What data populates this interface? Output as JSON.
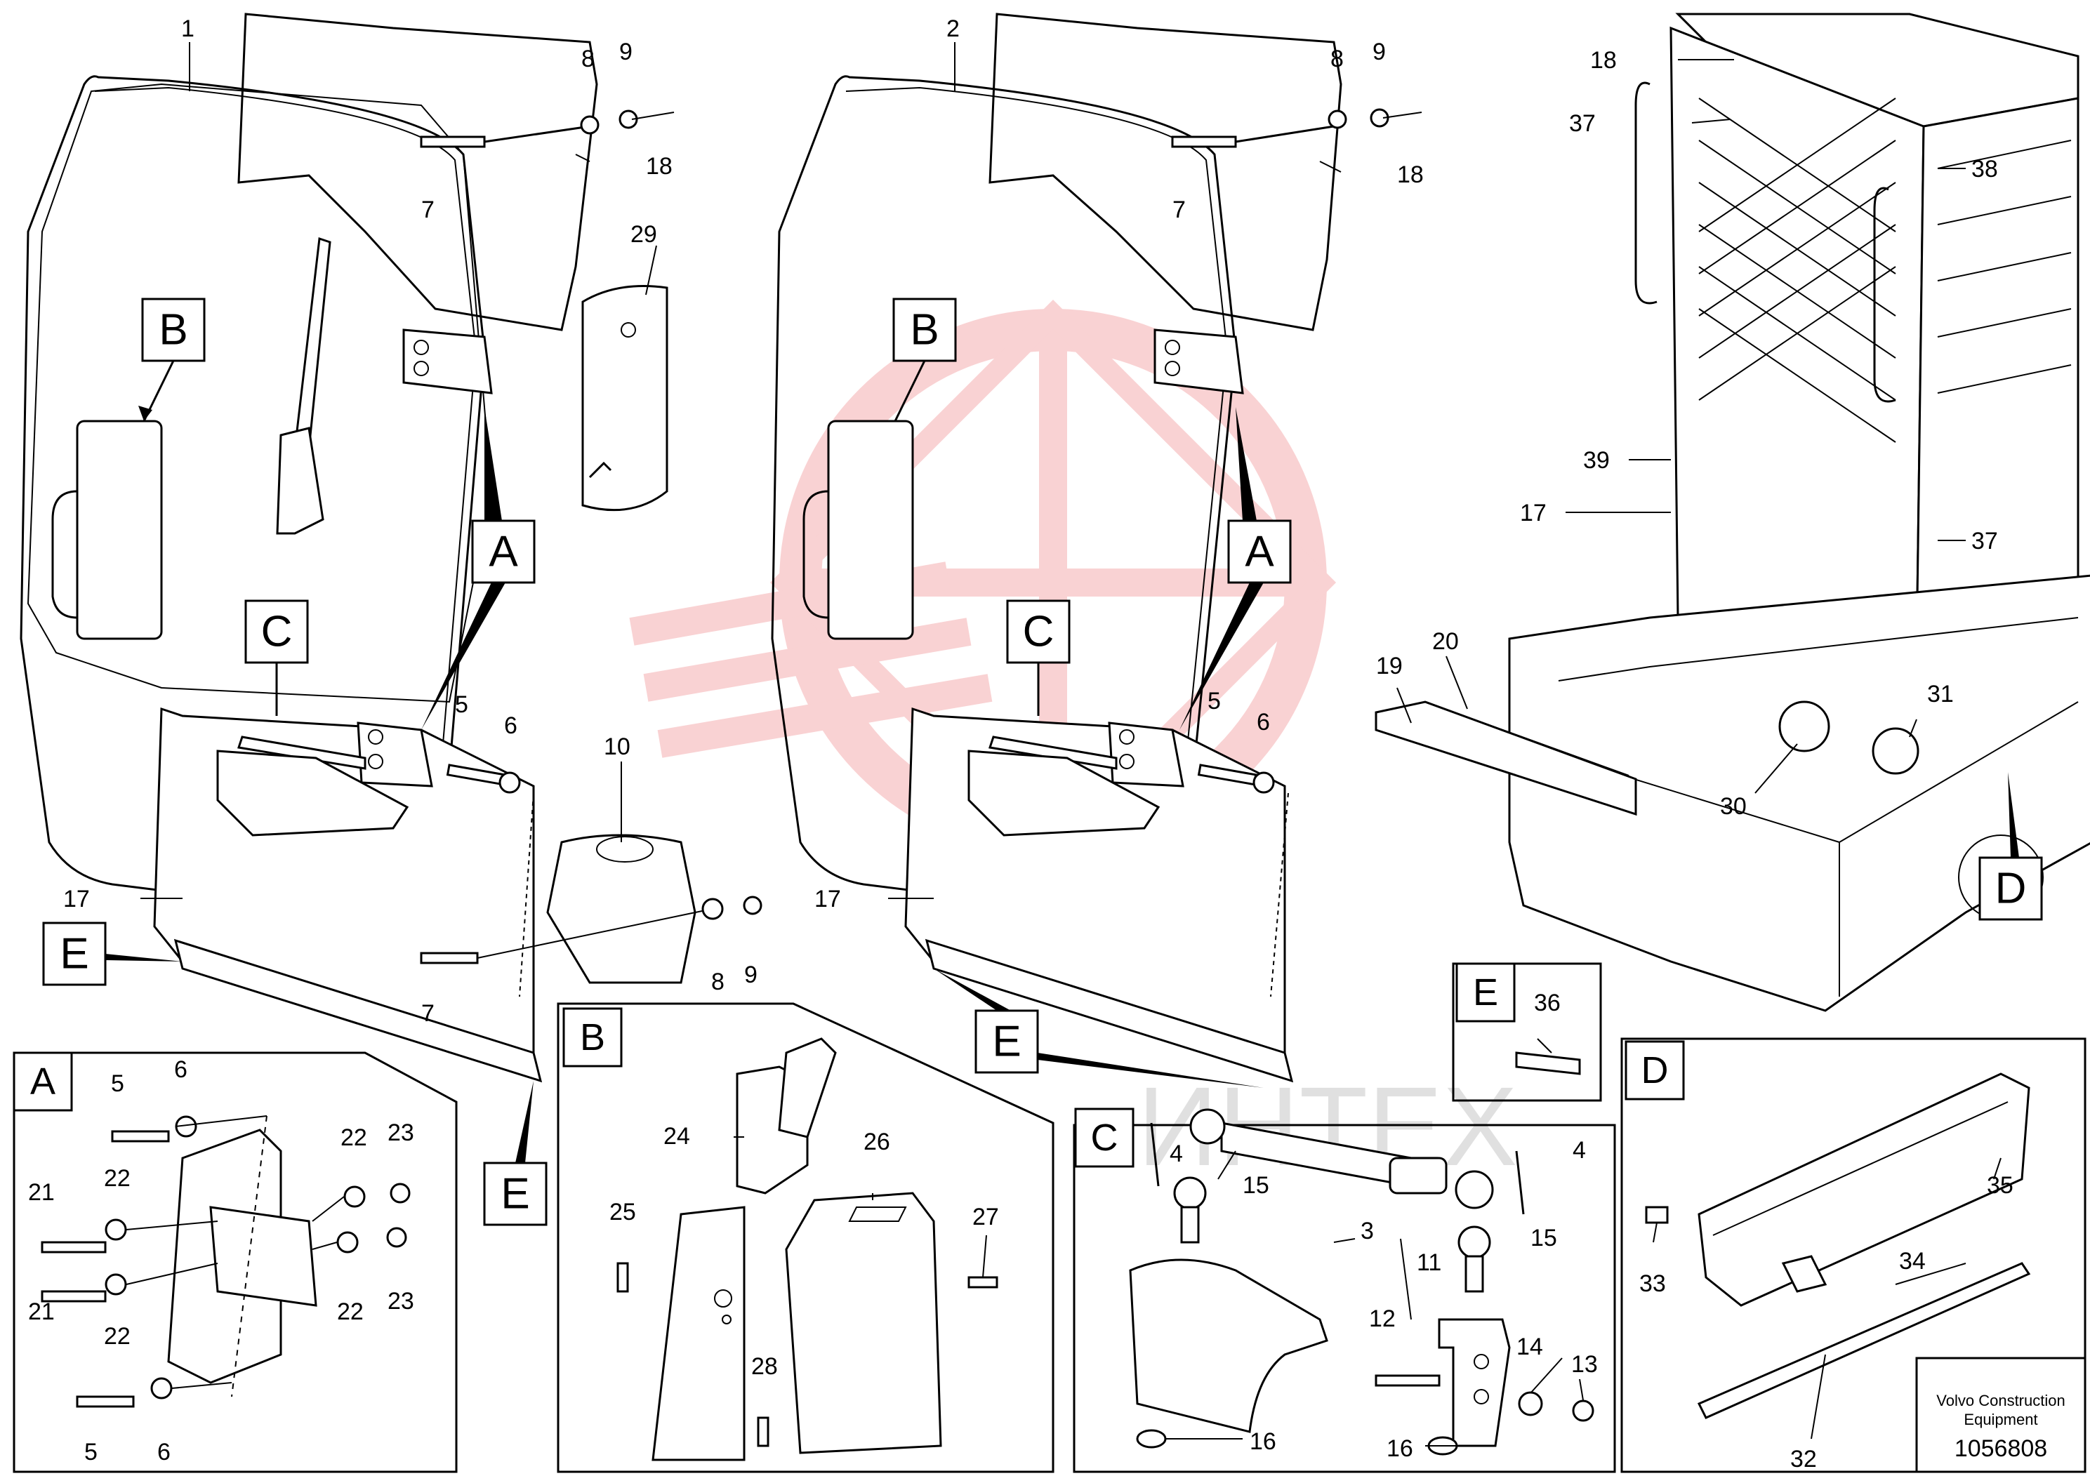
{
  "labels": {
    "l1": "1",
    "l2": "2",
    "l3": "3",
    "l4": "4",
    "l5": "5",
    "l6": "6",
    "l7": "7",
    "l8": "8",
    "l9": "9",
    "l10": "10",
    "l11": "11",
    "l12": "12",
    "l13": "13",
    "l14": "14",
    "l15": "15",
    "l16": "16",
    "l17": "17",
    "l18": "18",
    "l19": "19",
    "l20": "20",
    "l21": "21",
    "l22": "22",
    "l23": "23",
    "l24": "24",
    "l25": "25",
    "l26": "26",
    "l27": "27",
    "l28": "28",
    "l29": "29",
    "l30": "30",
    "l31": "31",
    "l32": "32",
    "l33": "33",
    "l34": "34",
    "l35": "35",
    "l36": "36",
    "l37": "37",
    "l38": "38",
    "l39": "39"
  },
  "callouts": {
    "a": "A",
    "b": "B",
    "c": "C",
    "d": "D",
    "e": "E"
  },
  "watermark": "ИНТЕХ",
  "footer": {
    "brand_line1": "Volvo Construction",
    "brand_line2": "Equipment",
    "drawing_number": "1056808"
  }
}
